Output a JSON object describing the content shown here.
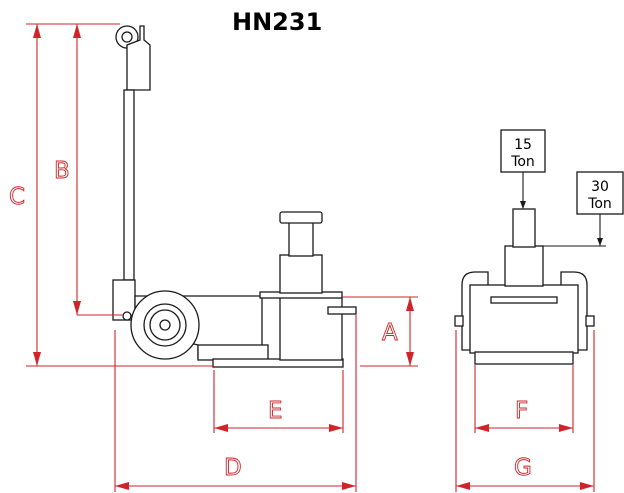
{
  "title": "HN231",
  "dimensions": {
    "A": "A",
    "B": "B",
    "C": "C",
    "D": "D",
    "E": "E",
    "F": "F",
    "G": "G"
  },
  "callouts": {
    "stage1": {
      "value": "15",
      "unit": "Ton"
    },
    "stage2": {
      "value": "30",
      "unit": "Ton"
    }
  },
  "colors": {
    "dimension_lines": "#d2232a",
    "outline": "#1a1a1a"
  }
}
